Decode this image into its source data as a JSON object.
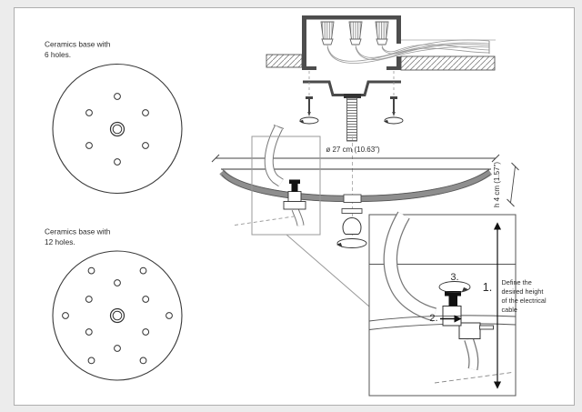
{
  "document": {
    "kind": "assembly-instruction-drawing",
    "colors": {
      "canvas_bg": "#ececec",
      "paper": "#ffffff",
      "paper_border": "#aeaeae",
      "line_dark": "#2f2f2f",
      "line_mid": "#555555",
      "line_light": "#9a9a9a",
      "bowl_gray": "#8e8e8e",
      "box_wall": "#4d4d4d"
    },
    "icons": {
      "rotate_arrow": "rotation-ellipse-arrow",
      "screw": "mounting-screw",
      "wire_nut": "wire-connector-nut"
    }
  },
  "labels": {
    "base6_line1": "Ceramics base with",
    "base6_line2": "6 holes.",
    "base12_line1": "Ceramics base with",
    "base12_line2": "12 holes.",
    "diameter": "ø 27 cm (10.63\")",
    "height": "h 4 cm (1.57\")",
    "step1": "1.",
    "step2": "2.",
    "step3": "3.",
    "note_line1": "Define the",
    "note_line2": "desired height",
    "note_line3": "of the electrical",
    "note_line4": "cable"
  }
}
